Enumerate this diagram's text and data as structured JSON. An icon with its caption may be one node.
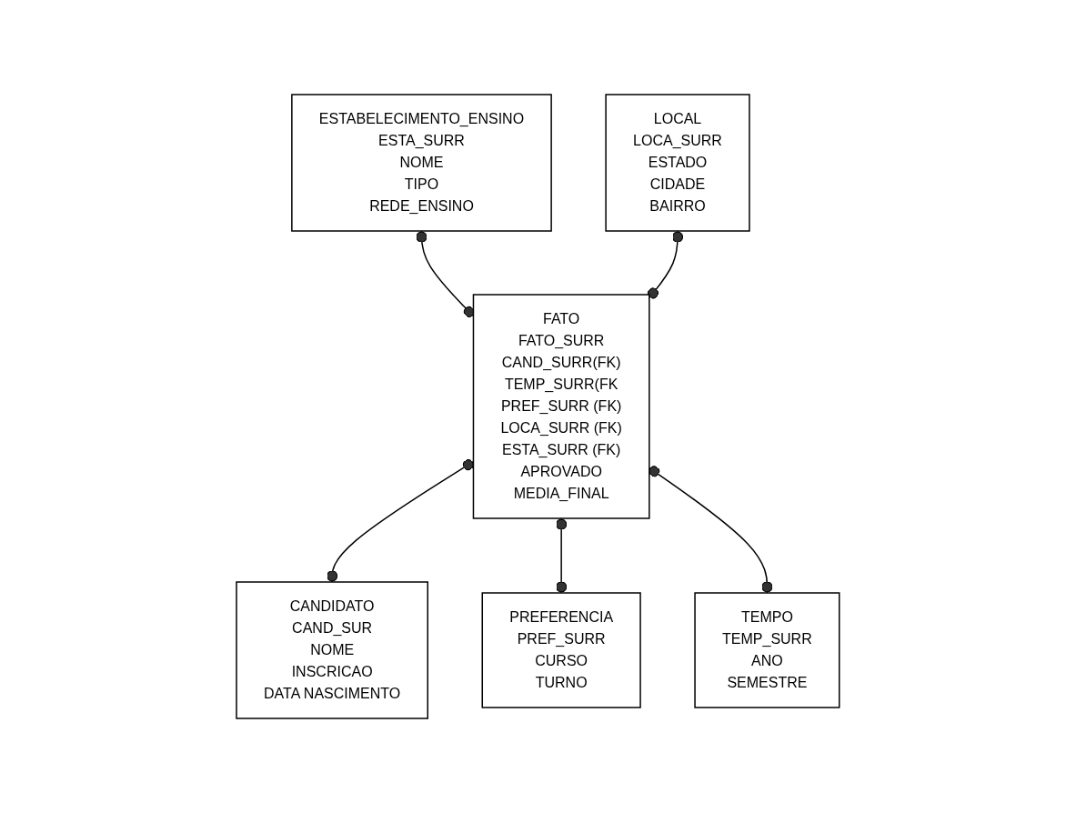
{
  "diagram": {
    "nodes": [
      {
        "text": [
          "ESTABELECIMENTO_ENSINO",
          "ESTA_SURR",
          "NOME",
          "TIPO",
          "REDE_ENSINO"
        ]
      },
      {
        "text": [
          "FATO",
          "FATO_SURR",
          "CAND_SURR(FK)",
          "TEMP_SURR(FK",
          "PREF_SURR (FK)",
          "LOCA_SURR (FK)",
          "ESTA_SURR (FK)",
          "APROVADO",
          "MEDIA_FINAL"
        ]
      },
      {
        "text": [
          "LOCAL",
          "LOCA_SURR",
          "ESTADO",
          "CIDADE",
          "BAIRRO"
        ]
      },
      {
        "text": [
          "CANDIDATO",
          "CAND_SUR",
          "NOME",
          "INSCRICAO",
          "DATA NASCIMENTO"
        ]
      },
      {
        "text": [
          "PREFERENCIA",
          "PREF_SURR",
          "CURSO",
          "TURNO"
        ]
      },
      {
        "text": [
          "TEMPO",
          "TEMP_SURR",
          "ANO",
          "SEMESTRE"
        ]
      }
    ],
    "edges": [
      {
        "from": 0,
        "to": 1,
        "arrow": "other"
      },
      {
        "from": 2,
        "to": 1,
        "arrow": "other"
      },
      {
        "from": 1,
        "to": 3,
        "arrow": "other"
      },
      {
        "from": 1,
        "to": 4,
        "arrow": "other"
      },
      {
        "from": 1,
        "to": 5,
        "arrow": "other"
      }
    ]
  }
}
